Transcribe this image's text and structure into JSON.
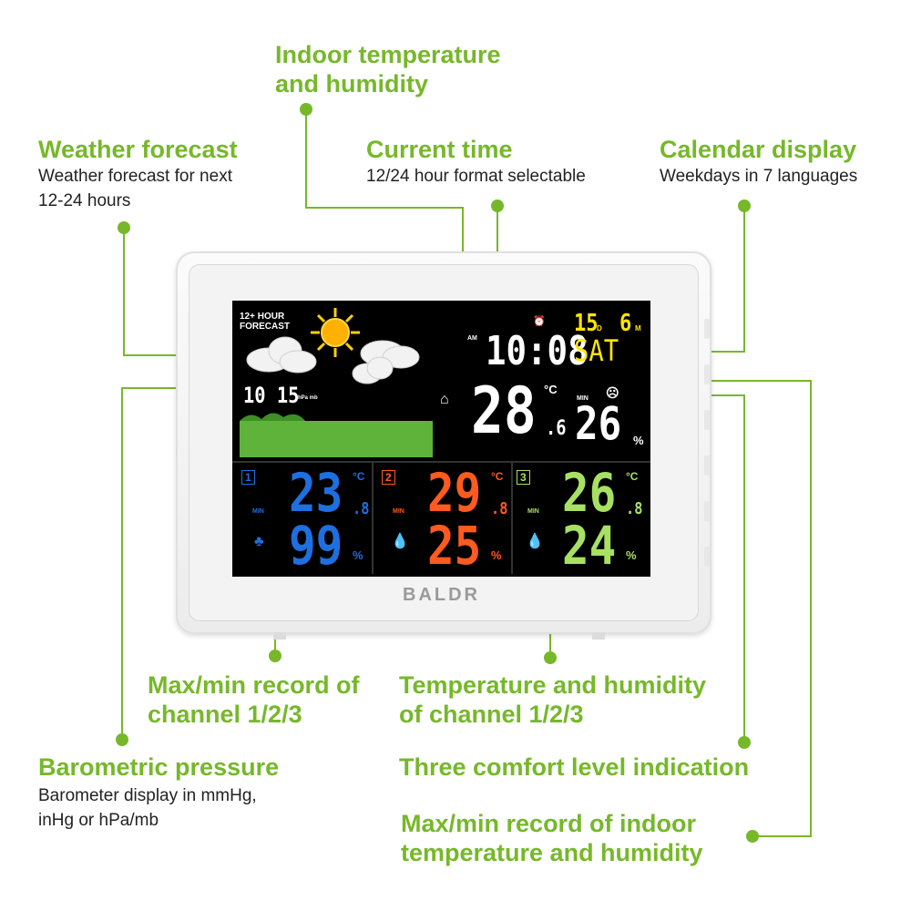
{
  "labels": {
    "indoor_title_1": "Indoor temperature",
    "indoor_title_2": "and humidity",
    "forecast_title": "Weather forecast",
    "forecast_sub_1": "Weather forecast for next",
    "forecast_sub_2": "12-24 hours",
    "time_title": "Current time",
    "time_sub": "12/24 hour format selectable",
    "calendar_title": "Calendar display",
    "calendar_sub": "Weekdays in 7 languages",
    "maxmin_ch_1": "Max/min record of",
    "maxmin_ch_2": "channel 1/2/3",
    "temp_ch_1": "Temperature and humidity",
    "temp_ch_2": "of channel 1/2/3",
    "baro_title": "Barometric pressure",
    "baro_sub_1": "Barometer display in mmHg,",
    "baro_sub_2": "inHg or hPa/mb",
    "comfort_title": "Three comfort level indication",
    "maxmin_in_1": "Max/min record of indoor",
    "maxmin_in_2": "temperature and humidity"
  },
  "screen": {
    "forecast_label_1": "12+ HOUR",
    "forecast_label_2": "FORECAST",
    "pressure": "10 15",
    "pressure_unit": "hPa mb",
    "time": "10:08",
    "am": "AM",
    "day": "15",
    "day_unit": "D",
    "month": "6",
    "month_unit": "M",
    "weekday": "SAT",
    "indoor_temp": "28",
    "indoor_temp_dec": ".6",
    "celsius": "°C",
    "min_label": "MIN",
    "indoor_hum": "26",
    "percent": "%",
    "channels": [
      {
        "num": "1",
        "temp": "23",
        "dec": ".8",
        "hum": "99",
        "color": "#1e6fe0"
      },
      {
        "num": "2",
        "temp": "29",
        "dec": ".8",
        "hum": "25",
        "color": "#ff5a1f"
      },
      {
        "num": "3",
        "temp": "26",
        "dec": ".8",
        "hum": "24",
        "color": "#a8e063"
      }
    ]
  },
  "brand": "BALDR",
  "colors": {
    "accent": "#76b82a"
  }
}
